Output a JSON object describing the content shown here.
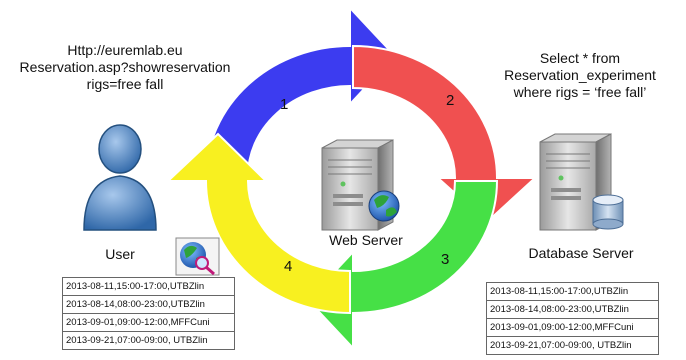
{
  "query_left": [
    "Http://euremlab.eu",
    "Reservation.asp?showreservation",
    "rigs=free fall"
  ],
  "query_right": [
    "Select * from",
    "Reservation_experiment",
    "where rigs = ‘free fall’"
  ],
  "steps": [
    "1",
    "2",
    "3",
    "4"
  ],
  "nodes": {
    "user": "User",
    "web_server": "Web Server",
    "database_server": "Database Server"
  },
  "tables": {
    "left": [
      "2013-08-11,15:00-17:00,UTBZlin",
      "2013-08-14,08:00-23:00,UTBZlin",
      "2013-09-01,09:00-12:00,MFFCuni",
      "2013-09-21,07:00-09:00, UTBZlin"
    ],
    "right": [
      "2013-08-11,15:00-17:00,UTBZlin",
      "2013-08-14,08:00-23:00,UTBZlin",
      "2013-09-01,09:00-12:00,MFFCuni",
      "2013-09-21,07:00-09:00, UTBZlin"
    ]
  },
  "colors": {
    "arrow_1": "#3c3cf0",
    "arrow_2": "#f05050",
    "arrow_3": "#46e046",
    "arrow_4": "#f8f020"
  },
  "icons": [
    "user-icon",
    "web-server-icon",
    "globe-icon",
    "database-server-icon",
    "database-cylinder-icon",
    "globe-search-icon"
  ]
}
